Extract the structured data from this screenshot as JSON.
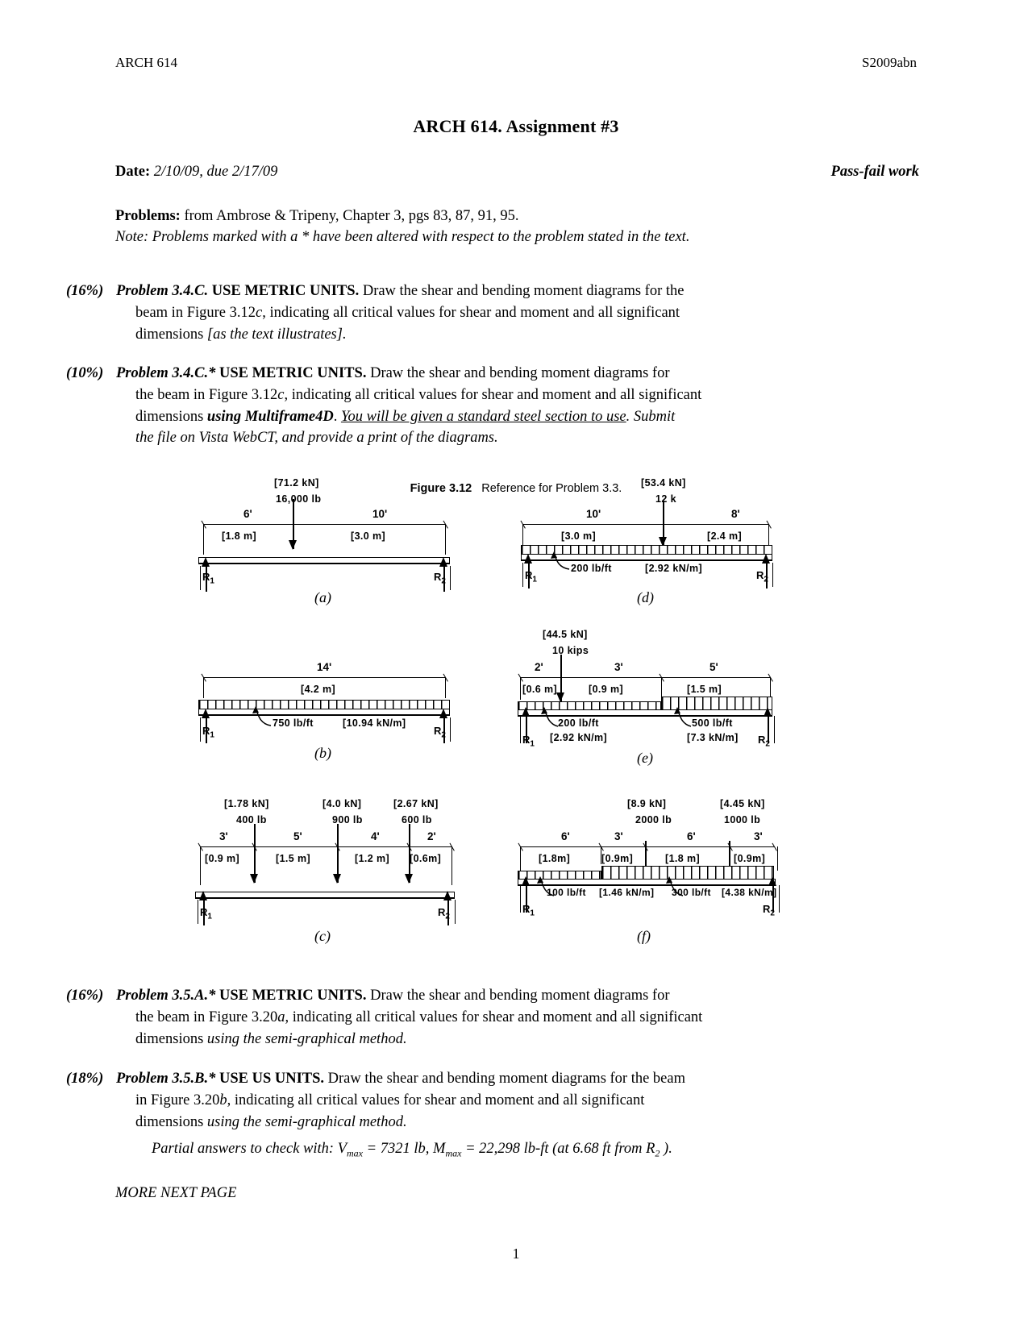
{
  "header": {
    "left": "ARCH 614",
    "right": "S2009abn"
  },
  "title": "ARCH 614.  Assignment #3",
  "date": {
    "label": "Date:",
    "value": "2/10/09, due 2/17/09",
    "right_note": "Pass-fail work"
  },
  "problems_intro": {
    "label": "Problems:",
    "text": " from Ambrose & Tripeny, Chapter 3, pgs 83, 87, 91, 95.",
    "note": "Note:  Problems marked with a * have been altered with respect to the problem stated in the text."
  },
  "problems": [
    {
      "percent": "(16%)",
      "name": "Problem 3.4.C.",
      "units": "USE METRIC UNITS.",
      "line1": " Draw the shear and bending moment diagrams for the",
      "line2_a": "beam in Figure 3.12",
      "line2_i": "c",
      "line2_b": ", indicating all critical values for shear and moment and all significant",
      "line3_a": "dimensions ",
      "line3_i": "[as the text illustrates]."
    },
    {
      "percent": "(10%)",
      "name": "Problem 3.4.C.*",
      "units": "USE METRIC UNITS.",
      "line1": " Draw the shear and bending moment diagrams for",
      "line2_a": "the beam in Figure 3.12",
      "line2_i": "c",
      "line2_b": ", indicating all critical values for shear and moment and all significant",
      "line3_a": "dimensions ",
      "line3_bi": "using Multiframe4D",
      "line3_b": ".  ",
      "line3_u": "You will be given a standard steel section to use",
      "line3_c": ".  Submit",
      "line4": "the file on Vista WebCT, and provide a print of the diagrams."
    },
    {
      "percent": "(16%)",
      "name": "Problem 3.5.A.*",
      "units": "USE METRIC UNITS.",
      "line1": " Draw the shear and bending moment diagrams for",
      "line2_a": "the beam in Figure 3.20",
      "line2_i": "a",
      "line2_b": ", indicating all critical values for shear and moment and all significant",
      "line3_a": "dimensions ",
      "line3_i": "using the semi-graphical method."
    },
    {
      "percent": "(18%)",
      "name": "Problem 3.5.B.*",
      "units": "USE US UNITS.",
      "line1": " Draw the shear and bending moment diagrams for the beam",
      "line2_a": "in Figure 3.20",
      "line2_i": "b",
      "line2_b": ", indicating all critical values for shear and moment and all significant",
      "line3_a": "dimensions ",
      "line3_i": "using the semi-graphical method."
    }
  ],
  "partial_answer": {
    "lead": "Partial answers to check with:  V",
    "sub1": "max",
    "mid": " = 7321 lb, M",
    "sub2": "max",
    "tail": " = 22,298 lb-ft (at 6.68 ft from R",
    "sub3": "2",
    "end": " )."
  },
  "more_next_page": "MORE NEXT PAGE",
  "page_number": "1",
  "figure": {
    "caption_bold": "Figure 3.12",
    "caption_text": "Reference for Problem 3.3.",
    "diagrams": [
      {
        "id": "a",
        "case": "(a)",
        "point_loads": [
          {
            "metric": "[71.2 kN]",
            "us": "16,000 lb"
          }
        ],
        "dims": [
          {
            "us": "6'",
            "metric": "[1.8 m]"
          },
          {
            "us": "10'",
            "metric": "[3.0 m]"
          }
        ],
        "reactions": [
          "R",
          "R"
        ],
        "reaction_subs": [
          "1",
          "2"
        ]
      },
      {
        "id": "d",
        "case": "(d)",
        "point_loads": [
          {
            "metric": "[53.4 kN]",
            "us": "12 k"
          }
        ],
        "dims": [
          {
            "us": "10'",
            "metric": "[3.0 m]"
          },
          {
            "us": "8'",
            "metric": "[2.4 m]"
          }
        ],
        "udl": [
          {
            "us": "200 lb/ft",
            "metric": "[2.92 kN/m]"
          }
        ],
        "reactions": [
          "R",
          "R"
        ],
        "reaction_subs": [
          "1",
          "2"
        ]
      },
      {
        "id": "b",
        "case": "(b)",
        "dims": [
          {
            "us": "14'",
            "metric": "[4.2 m]"
          }
        ],
        "udl": [
          {
            "us": "750 lb/ft",
            "metric": "[10.94 kN/m]"
          }
        ],
        "reactions": [
          "R",
          "R"
        ],
        "reaction_subs": [
          "1",
          "2"
        ]
      },
      {
        "id": "e",
        "case": "(e)",
        "point_loads": [
          {
            "metric": "[44.5 kN]",
            "us": "10 kips"
          }
        ],
        "dims": [
          {
            "us": "2'",
            "metric": "[0.6 m]"
          },
          {
            "us": "3'",
            "metric": "[0.9 m]"
          },
          {
            "us": "5'",
            "metric": "[1.5 m]"
          }
        ],
        "udl": [
          {
            "us": "200 lb/ft",
            "metric": "[2.92 kN/m]"
          },
          {
            "us": "500 lb/ft",
            "metric": "[7.3 kN/m]"
          }
        ],
        "reactions": [
          "R",
          "R"
        ],
        "reaction_subs": [
          "1",
          "2"
        ]
      },
      {
        "id": "c",
        "case": "(c)",
        "point_loads": [
          {
            "metric": "[1.78 kN]",
            "us": "400 lb"
          },
          {
            "metric": "[4.0 kN]",
            "us": "900 lb"
          },
          {
            "metric": "[2.67 kN]",
            "us": "600 lb"
          }
        ],
        "dims": [
          {
            "us": "3'",
            "metric": "[0.9 m]"
          },
          {
            "us": "5'",
            "metric": "[1.5 m]"
          },
          {
            "us": "4'",
            "metric": "[1.2 m]"
          },
          {
            "us": "2'",
            "metric": "[0.6m]"
          }
        ],
        "reactions": [
          "R",
          "R"
        ],
        "reaction_subs": [
          "1",
          "2"
        ]
      },
      {
        "id": "f",
        "case": "(f)",
        "point_loads": [
          {
            "metric": "[8.9 kN]",
            "us": "2000 lb"
          },
          {
            "metric": "[4.45 kN]",
            "us": "1000 lb"
          }
        ],
        "dims": [
          {
            "us": "6'",
            "metric": "[1.8m]"
          },
          {
            "us": "3'",
            "metric": "[0.9m]"
          },
          {
            "us": "6'",
            "metric": "[1.8 m]"
          },
          {
            "us": "3'",
            "metric": "[0.9m]"
          }
        ],
        "udl": [
          {
            "us": "100 lb/ft",
            "metric": "[1.46 kN/m]"
          },
          {
            "us": "300 lb/ft",
            "metric": "[4.38 kN/m]"
          }
        ],
        "reactions": [
          "R",
          "R"
        ],
        "reaction_subs": [
          "1",
          "2"
        ]
      }
    ]
  }
}
